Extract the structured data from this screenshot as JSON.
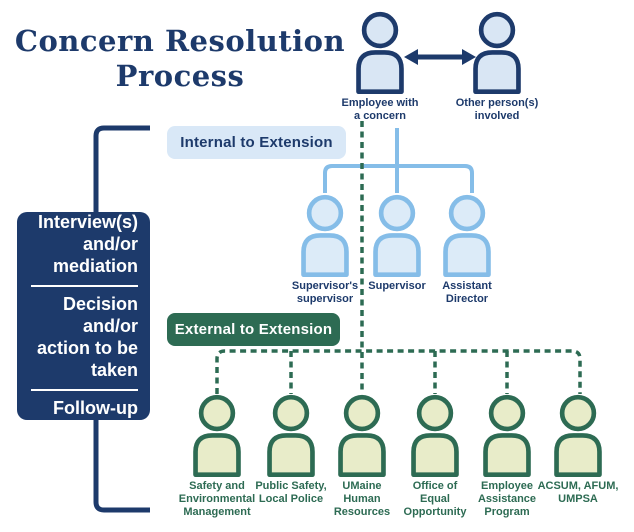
{
  "title": {
    "text": "Concern Resolution\nProcess"
  },
  "actors": {
    "employee": {
      "label": "Employee with\na concern"
    },
    "other": {
      "label": "Other person(s)\ninvolved"
    }
  },
  "internal": {
    "label": "Internal to Extension",
    "people": [
      {
        "label": "Supervisor's\nsupervisor"
      },
      {
        "label": "Supervisor"
      },
      {
        "label": "Assistant\nDirector"
      }
    ]
  },
  "external": {
    "label": "External to Extension",
    "people": [
      {
        "label": "Safety and\nEnvironmental\nManagement"
      },
      {
        "label": "Public Safety,\nLocal Police"
      },
      {
        "label": "UMaine\nHuman\nResources"
      },
      {
        "label": "Office of\nEqual\nOpportunity"
      },
      {
        "label": "Employee\nAssistance\nProgram"
      },
      {
        "label": "ACSUM, AFUM,\nUMPSA"
      }
    ]
  },
  "process_box": {
    "steps": [
      {
        "label": "Interview(s)\nand/or\nmediation"
      },
      {
        "label": "Decision\nand/or\naction to be\ntaken"
      },
      {
        "label": "Follow-up"
      }
    ]
  },
  "colors": {
    "navy": "#1d3a6b",
    "light_blue_fill": "#d9e6f4",
    "mid_blue": "#85bde8",
    "teal_green": "#2d6b53",
    "pale_green_fill": "#e8ecc9",
    "internal_badge_bg": "#d9e8f7",
    "white": "#ffffff"
  }
}
